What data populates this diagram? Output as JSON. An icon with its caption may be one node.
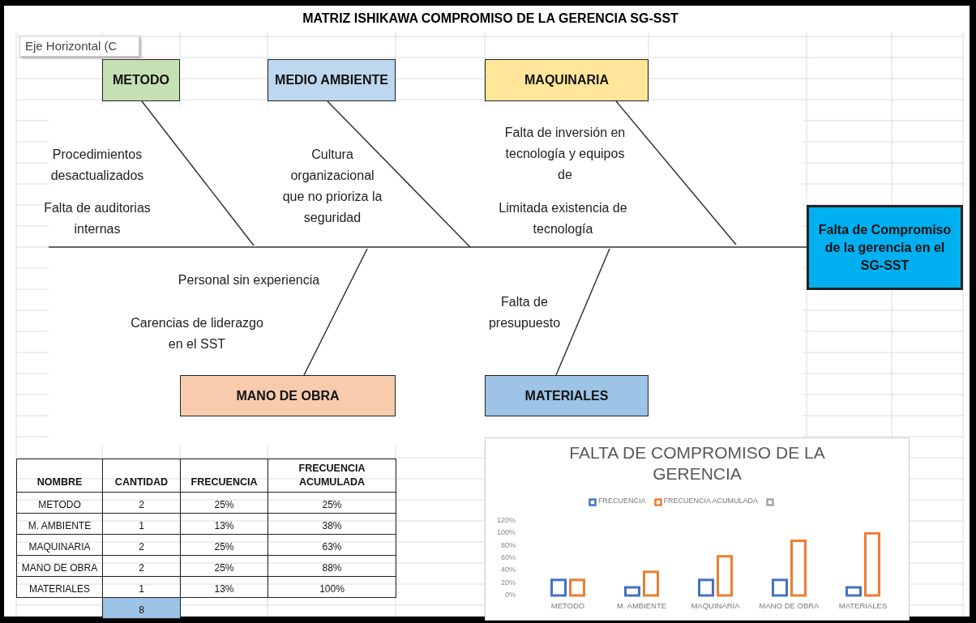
{
  "diagram": {
    "title": "MATRIZ ISHIKAWA COMPROMISO DE LA GERENCIA SG-SST",
    "nodes": [
      {
        "text": [
          "METODO"
        ]
      },
      {
        "text": [
          "MEDIO AMBIENTE"
        ]
      },
      {
        "text": [
          "MAQUINARIA"
        ]
      },
      {
        "text": [
          "Falta de Compromiso de la gerencia en el SG-SST"
        ]
      },
      {
        "text": [
          "MANO DE OBRA"
        ]
      },
      {
        "text": [
          "MATERIALES"
        ]
      }
    ],
    "edges": [
      {
        "from": null,
        "to": 3,
        "arrow": "none"
      },
      {
        "from": 0,
        "to": null,
        "arrow": "none"
      },
      {
        "from": 1,
        "to": null,
        "arrow": "none"
      },
      {
        "from": 2,
        "to": null,
        "arrow": "none"
      },
      {
        "from": 4,
        "to": null,
        "arrow": "none"
      },
      {
        "from": 5,
        "to": null,
        "arrow": "none"
      }
    ],
    "labels": [
      "Eje Horizontal (C",
      "Procedimientos desactualizados",
      "Cultura organizacional que no prioriza la seguridad",
      "Falta de inversión en tecnología y equipos de",
      "Falta de auditorias internas",
      "Limitada existencia de tecnología",
      "Personal sin experiencia",
      "Falta de presupuesto",
      "Carencias de liderazgo en el SST",
      "NOMBRE",
      "CANTIDAD",
      "FRECUENCIA",
      "FRECUENCIA ACUMULADA",
      "METODO",
      "2",
      "25%",
      "25%",
      "M. AMBIENTE",
      "1",
      "13%",
      "38%",
      "MAQUINARIA",
      "2",
      "25%",
      "63%",
      "MANO DE OBRA",
      "2",
      "25%",
      "88%",
      "MATERIALES",
      "1",
      "13%",
      "100%",
      "8"
    ],
    "chart_data": {
      "type": "bar",
      "title": "FALTA DE COMPROMISO DE LA GERENCIA",
      "categories": [
        "METODO",
        "M. AMBIENTE",
        "MAQUINARIA",
        "MANO DE OBRA",
        "MATERIALES"
      ],
      "series": [
        {
          "name": "FRECUENCIA",
          "color": "#4472c4",
          "values": [
            25,
            13,
            25,
            25,
            13
          ]
        },
        {
          "name": "FRECUENCIA ACUMULADA",
          "color": "#ed7d31",
          "values": [
            25,
            38,
            63,
            88,
            100
          ]
        },
        {
          "color": "#a5a5a5",
          "values": [
            null,
            null,
            null,
            null,
            null
          ]
        }
      ],
      "legend": "top",
      "ylim": [
        0,
        120
      ],
      "yticks": [
        {
          "value": 0,
          "label": "0%"
        },
        {
          "value": 20,
          "label": "20%"
        },
        {
          "value": 40,
          "label": "40%"
        },
        {
          "value": 60,
          "label": "60%"
        },
        {
          "value": 80,
          "label": "80%"
        },
        {
          "value": 100,
          "label": "100%"
        },
        {
          "value": 120,
          "label": "120%"
        }
      ]
    }
  }
}
